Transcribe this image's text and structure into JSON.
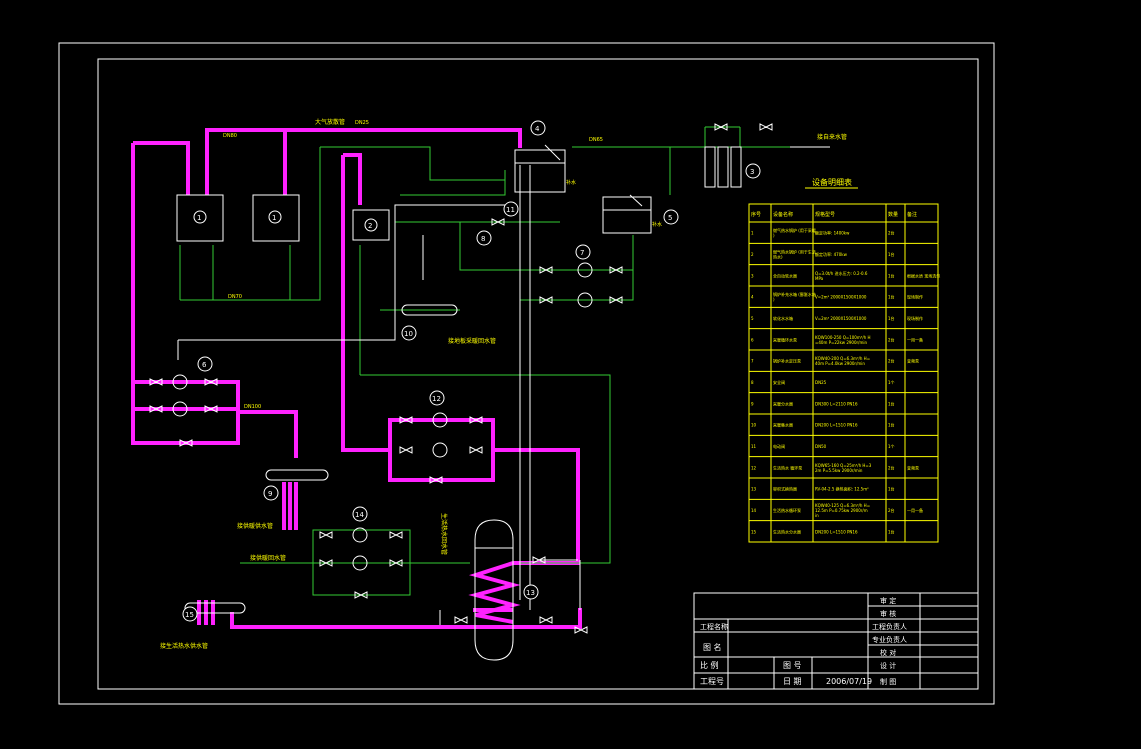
{
  "labels": {
    "vent_pipe": "大气放散管",
    "water_inlet": "接自来水管",
    "heating_return": "接供暖回水管",
    "heating_supply": "接供暖供水管",
    "lifewater_supply": "接生活热水供水管",
    "lifewater_return": "生活热水回水管",
    "floor_heating": "接地板采暖回水管",
    "tank_label_a": "补水",
    "tank_label_b": "补水",
    "dn_a": "DN25",
    "dn_b": "DN65",
    "dn_c": "DN80",
    "dn_d": "DN100",
    "dn_e": "DN70"
  },
  "equipment_numbers": [
    "1",
    "1",
    "2",
    "3",
    "4",
    "5",
    "6",
    "7",
    "8",
    "9",
    "10",
    "11",
    "12",
    "13",
    "14",
    "15"
  ],
  "table": {
    "title": "设备明细表",
    "headers": [
      "序号",
      "设备名称",
      "规格型号",
      "数量",
      "备注"
    ],
    "rows": [
      [
        "1",
        "燃气热水锅炉 (用于采暖)",
        "额定功率: 1400kw",
        "2台",
        ""
      ],
      [
        "2",
        "燃气热水锅炉 (用于生活热水)",
        "额定功率: 470kw",
        "1台",
        ""
      ],
      [
        "3",
        "全自动软水器",
        "Q=3.0t/h 进水压力: 0.2-0.6MPa",
        "1台",
        "根据水质 现场选型"
      ],
      [
        "4",
        "锅炉补充水箱 (膨胀水箱)",
        "V=2m³ 2000X1500X1000",
        "1台",
        "现场制作"
      ],
      [
        "5",
        "软化水水箱",
        "V=2m³ 2000X1500X1000",
        "1台",
        "现场制作"
      ],
      [
        "6",
        "采暖循环水泵",
        "KQW100-250 Q=100m³/h H=40m P=22kw 2900r/min",
        "2台",
        "一用一备"
      ],
      [
        "7",
        "锅炉补水定压泵",
        "KQW40-200 Q=6.3m³/h H=40m P=4.0kw 2900r/min",
        "2台",
        "变频泵"
      ],
      [
        "8",
        "安全阀",
        "DN25",
        "1个",
        ""
      ],
      [
        "9",
        "采暖分水器",
        "DN300 L=2110 PN16",
        "1台",
        ""
      ],
      [
        "10",
        "采暖集水器",
        "DN200 L=1510 PN16",
        "1台",
        ""
      ],
      [
        "11",
        "电动阀",
        "DN50",
        "1个",
        ""
      ],
      [
        "12",
        "生活热水 循环泵",
        "KQW65-160 Q=25m³/h H=32m P=5.5kw 2900r/min",
        "2台",
        "变频泵"
      ],
      [
        "13",
        "容积式换热器",
        "RV-04-2.5 换热面积: 12.5m²",
        "1台",
        ""
      ],
      [
        "14",
        "生活热水循环泵",
        "KQW40-125 Q=6.3m³/h H=12.5m P=0.75kw 2900r/min",
        "2台",
        "一用一备"
      ],
      [
        "15",
        "生活热水分水器",
        "DN200 L=1510 PN16",
        "1台",
        ""
      ]
    ]
  },
  "titleblock": {
    "project_name_label": "工程名称",
    "drawing_name_label": "图 名",
    "scale_label": "比 例",
    "project_no_label": "工程号",
    "drawing_no_label": "图 号",
    "date_label": "日 期",
    "date_value": "2006/07/19",
    "review": "审 定",
    "check": "审 核",
    "project_lead": "工程负责人",
    "discipline_lead": "专业负责人",
    "proof": "校 对",
    "design": "设 计",
    "draw": "制 图"
  }
}
